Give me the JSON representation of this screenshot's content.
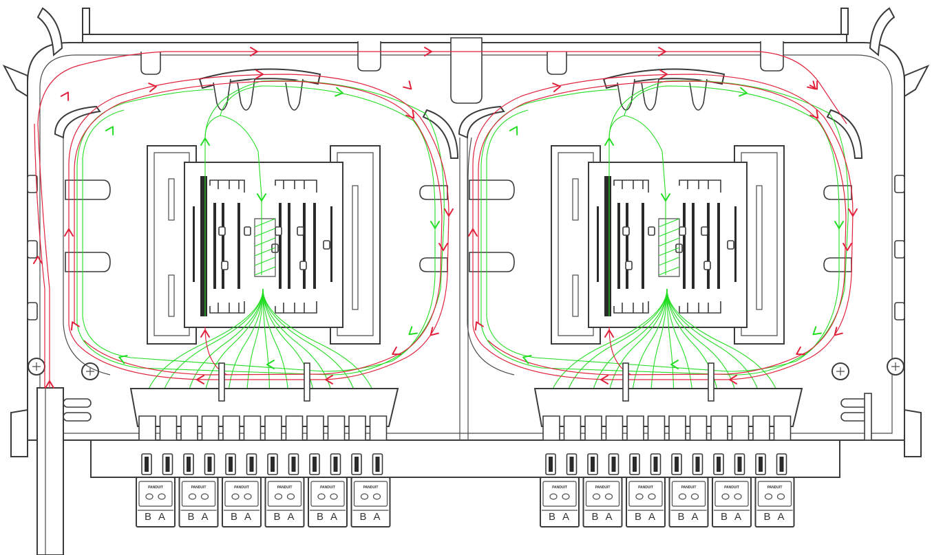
{
  "diagram": {
    "adapter_brand": "PANDUIT",
    "port_letters": [
      "B",
      "A"
    ],
    "adapters_per_side": 6,
    "trays": [
      "left-tray",
      "right-tray"
    ],
    "colors": {
      "red_fiber": "#e0203a",
      "green_fiber": "#22dd22",
      "outline": "#3a3a3a"
    }
  }
}
